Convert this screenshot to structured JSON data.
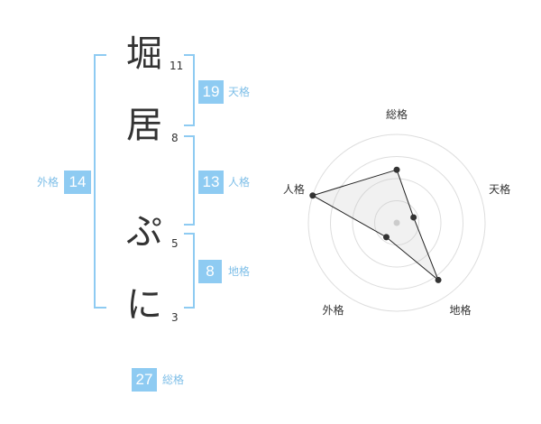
{
  "characters": [
    {
      "char": "堀",
      "strokes": "11"
    },
    {
      "char": "居",
      "strokes": "8"
    },
    {
      "char": "ぷ",
      "strokes": "5"
    },
    {
      "char": "に",
      "strokes": "3"
    }
  ],
  "fortunes": {
    "tenkaku": {
      "value": "19",
      "label": "天格"
    },
    "jinkaku": {
      "value": "13",
      "label": "人格"
    },
    "chikaku": {
      "value": "8",
      "label": "地格"
    },
    "gaikaku": {
      "value": "14",
      "label": "外格"
    },
    "soukaku": {
      "value": "27",
      "label": "総格"
    }
  },
  "colors": {
    "accent": "#8ecbf2",
    "label": "#7fbfe8",
    "text": "#333333"
  },
  "chart_data": {
    "type": "radar",
    "axes": [
      "総格",
      "天格",
      "地格",
      "外格",
      "人格"
    ],
    "values": [
      0.6,
      0.2,
      0.8,
      0.2,
      1.0
    ],
    "grid": true,
    "rings": 4
  }
}
